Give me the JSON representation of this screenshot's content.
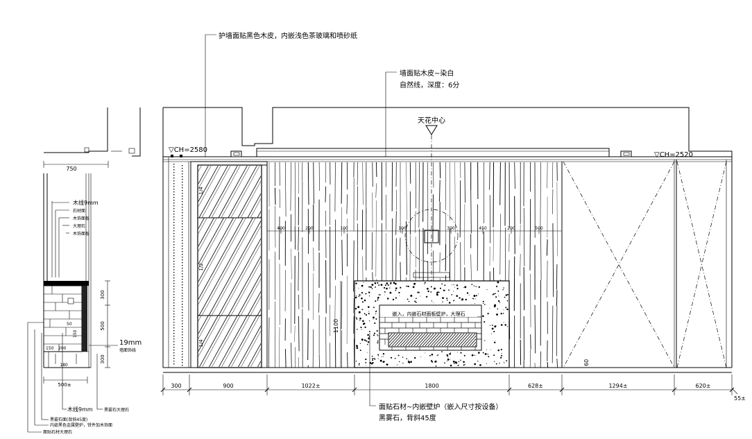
{
  "annotations": {
    "top_left": "护墙面贴黑色木皮，内嵌浅色茶玻璃和喷砂纸",
    "wall_line1": "墙面贴木皮~染白",
    "wall_line2": "自然线，深度：6分",
    "ceiling_center": "天花中心",
    "bottom_line1": "面贴石材~内嵌壁炉（嵌入尺寸按设备）",
    "bottom_line2": "黑雾石，背斜45度",
    "insert_label": "嵌入，内嵌石材面板壁炉，大理石"
  },
  "levels": {
    "left": "▽CH=2580",
    "right": "▽CH=2520"
  },
  "dimensions": {
    "bottom": [
      "300",
      "900",
      "1022±",
      "1800",
      "628±",
      "1294±",
      "620±"
    ],
    "bottom_extra": "55±",
    "section_top": "750",
    "section_bottom": "500±",
    "section_small": [
      "150",
      "200",
      "180",
      "50"
    ],
    "section_vertical": [
      "300",
      "500",
      "300"
    ],
    "glass_vertical": [
      "1/4",
      "1/2",
      "1/4"
    ],
    "fireplace_h": "1100",
    "inline_row": [
      "400",
      "200",
      "100",
      "100",
      "300",
      "450",
      "200",
      "500"
    ],
    "base": "60"
  },
  "section_notes": {
    "n1": "木线9mm",
    "n2": "石材面",
    "n3": "木饰面板",
    "n4": "大理石",
    "n5": "木饰面板",
    "right1": "19mm",
    "right2": "墙面饰线",
    "b1": "木线9mm",
    "b2": "黑雾石大理石",
    "b3": "黑雾石面(背斜45度)",
    "b4": "内嵌黑色金属壁炉，铁件加木饰面",
    "b5": "面贴石材大理石"
  }
}
